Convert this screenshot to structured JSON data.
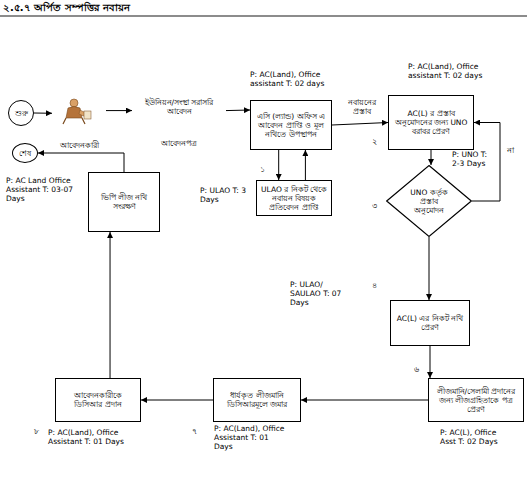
{
  "diagram": {
    "title": "২.৫.৭ অর্পিত সম্পত্তির নবায়ন",
    "nodes": [
      {
        "text": [
          "শুরু"
        ]
      },
      {
        "text": [
          "আবেদনকারী"
        ]
      },
      {
        "text": [
          "ইউনিয়ন/সংস্থা সরাসরি আবেদন",
          "আবেদনপত্র"
        ]
      },
      {
        "text": [
          "এসি (ল্যান্ড) অফিস এ আবেদন প্রাপ্তি ও মূল নথিতে উপস্থাপন"
        ]
      },
      {
        "text": [
          "ULAO র নিকট থেকে নবায়ন বিষয়ক প্রতিবেদন প্রাপ্তি"
        ]
      },
      {
        "text": [
          "AC(L) র প্রস্তাব অনুমোদনের জন্য UNO বরাবর প্রেরণ"
        ]
      },
      {
        "text": [
          "UNO কর্তৃক প্রস্তাব অনুমোদন"
        ]
      },
      {
        "text": [
          "AC(L) এর নিকট নথি প্রেরণ"
        ]
      },
      {
        "text": [
          "লীজমানি/সেলামী প্রদানের জন্য লীজগ্রহিতাকে পত্র প্রেরণ"
        ]
      },
      {
        "text": [
          "ধার্যকৃত লীজমানি ডিসিআরমূলে জমার"
        ]
      },
      {
        "text": [
          "আবেদনকারীকে ডিসিআর প্রদান"
        ]
      },
      {
        "text": [
          "ভিপি লীজ নথি সংরক্ষণ"
        ]
      },
      {
        "text": [
          "শেষ"
        ]
      }
    ],
    "edges": [
      {
        "from": 0,
        "to": 1,
        "arrow": "to"
      },
      {
        "from": 1,
        "to": 2,
        "arrow": "to"
      },
      {
        "from": 2,
        "to": 3,
        "arrow": "to"
      },
      {
        "from": 3,
        "to": 4,
        "arrow": "to"
      },
      {
        "from": 4,
        "to": 3,
        "arrow": "to"
      },
      {
        "from": 3,
        "to": 5,
        "label": "নবায়নের প্রস্তাব",
        "arrow": "to"
      },
      {
        "from": 5,
        "to": 6,
        "arrow": "to"
      },
      {
        "from": 6,
        "to": 5,
        "label": "না",
        "arrow": "to"
      },
      {
        "from": 6,
        "to": 7,
        "arrow": "to"
      },
      {
        "from": 7,
        "to": 8,
        "arrow": "to"
      },
      {
        "from": 8,
        "to": 9,
        "arrow": "to"
      },
      {
        "from": 9,
        "to": 10,
        "arrow": "to"
      },
      {
        "from": 10,
        "to": 11,
        "arrow": "to"
      },
      {
        "from": 11,
        "to": 12,
        "arrow": "to"
      }
    ],
    "labels": [
      "P: AC(Land), Office assistant T: 02 days",
      "P: AC(Land), Office assistant T: 02 days",
      "১",
      "P: ULAO T: 3 Days",
      "২",
      "P: UNO T: 2-3 Days",
      "৩",
      "৪",
      "P: ULAO/ SAULAO T: 07 Days",
      "৬",
      "P: AC(L), Office Asst T: 02 Days",
      "৭",
      "P: AC(Land), Office Assistant T: 01 Days",
      "৮",
      "P: AC(Land), Office Assistant T: 01 Days",
      "P: AC Land Office Assistant T: 03-07 Days"
    ]
  }
}
